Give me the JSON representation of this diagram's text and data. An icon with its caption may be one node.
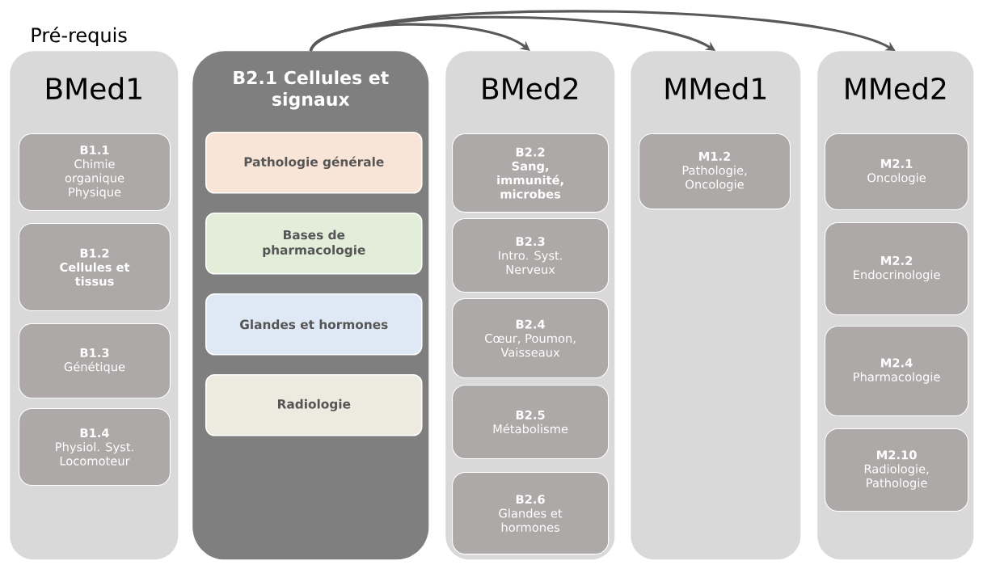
{
  "diagram": {
    "title": "Pré-requis",
    "nodes": [
      {
        "text": [
          "BMed1"
        ]
      },
      {
        "text": [
          "B1.1",
          "Chimie organique Physique"
        ],
        "in": 0
      },
      {
        "text": [
          "B1.2",
          "**Cellules et tissus**"
        ],
        "in": 0
      },
      {
        "text": [
          "B1.3",
          "Génétique"
        ],
        "in": 0
      },
      {
        "text": [
          "B1.4",
          "Physiol. Syst. Locomoteur"
        ],
        "in": 0
      },
      {
        "text": [
          "B2.1 Cellules et signaux"
        ]
      },
      {
        "text": [
          "Pathologie générale"
        ],
        "in": 5
      },
      {
        "text": [
          "Bases de pharmacologie"
        ],
        "in": 5
      },
      {
        "text": [
          "Glandes et hormones"
        ],
        "in": 5
      },
      {
        "text": [
          "Radiologie"
        ],
        "in": 5
      },
      {
        "text": [
          "BMed2"
        ]
      },
      {
        "text": [
          "B2.2",
          "**Sang, immunité, microbes**"
        ],
        "in": 10
      },
      {
        "text": [
          "B2.3",
          "Intro. Syst. Nerveux"
        ],
        "in": 10
      },
      {
        "text": [
          "B2.4",
          "Cœur, Poumon, Vaisseaux"
        ],
        "in": 10
      },
      {
        "text": [
          "B2.5",
          "Métabolisme"
        ],
        "in": 10
      },
      {
        "text": [
          "B2.6",
          "Glandes et hormones"
        ],
        "in": 10
      },
      {
        "text": [
          "MMed1"
        ]
      },
      {
        "text": [
          "M1.2",
          "Pathologie, Oncologie"
        ],
        "in": 16
      },
      {
        "text": [
          "MMed2"
        ]
      },
      {
        "text": [
          "M2.1",
          "Oncologie"
        ],
        "in": 18
      },
      {
        "text": [
          "M2.2",
          "Endocrinologie"
        ],
        "in": 18
      },
      {
        "text": [
          "M2.4",
          "Pharmacologie"
        ],
        "in": 18
      },
      {
        "text": [
          "M2.10",
          "Radiologie, Pathologie"
        ],
        "in": 18
      }
    ],
    "edges": [
      {
        "from": 5,
        "to": 10,
        "arrow": "to"
      },
      {
        "from": 5,
        "to": 16,
        "arrow": "to"
      },
      {
        "from": 5,
        "to": 18,
        "arrow": "to"
      }
    ]
  }
}
